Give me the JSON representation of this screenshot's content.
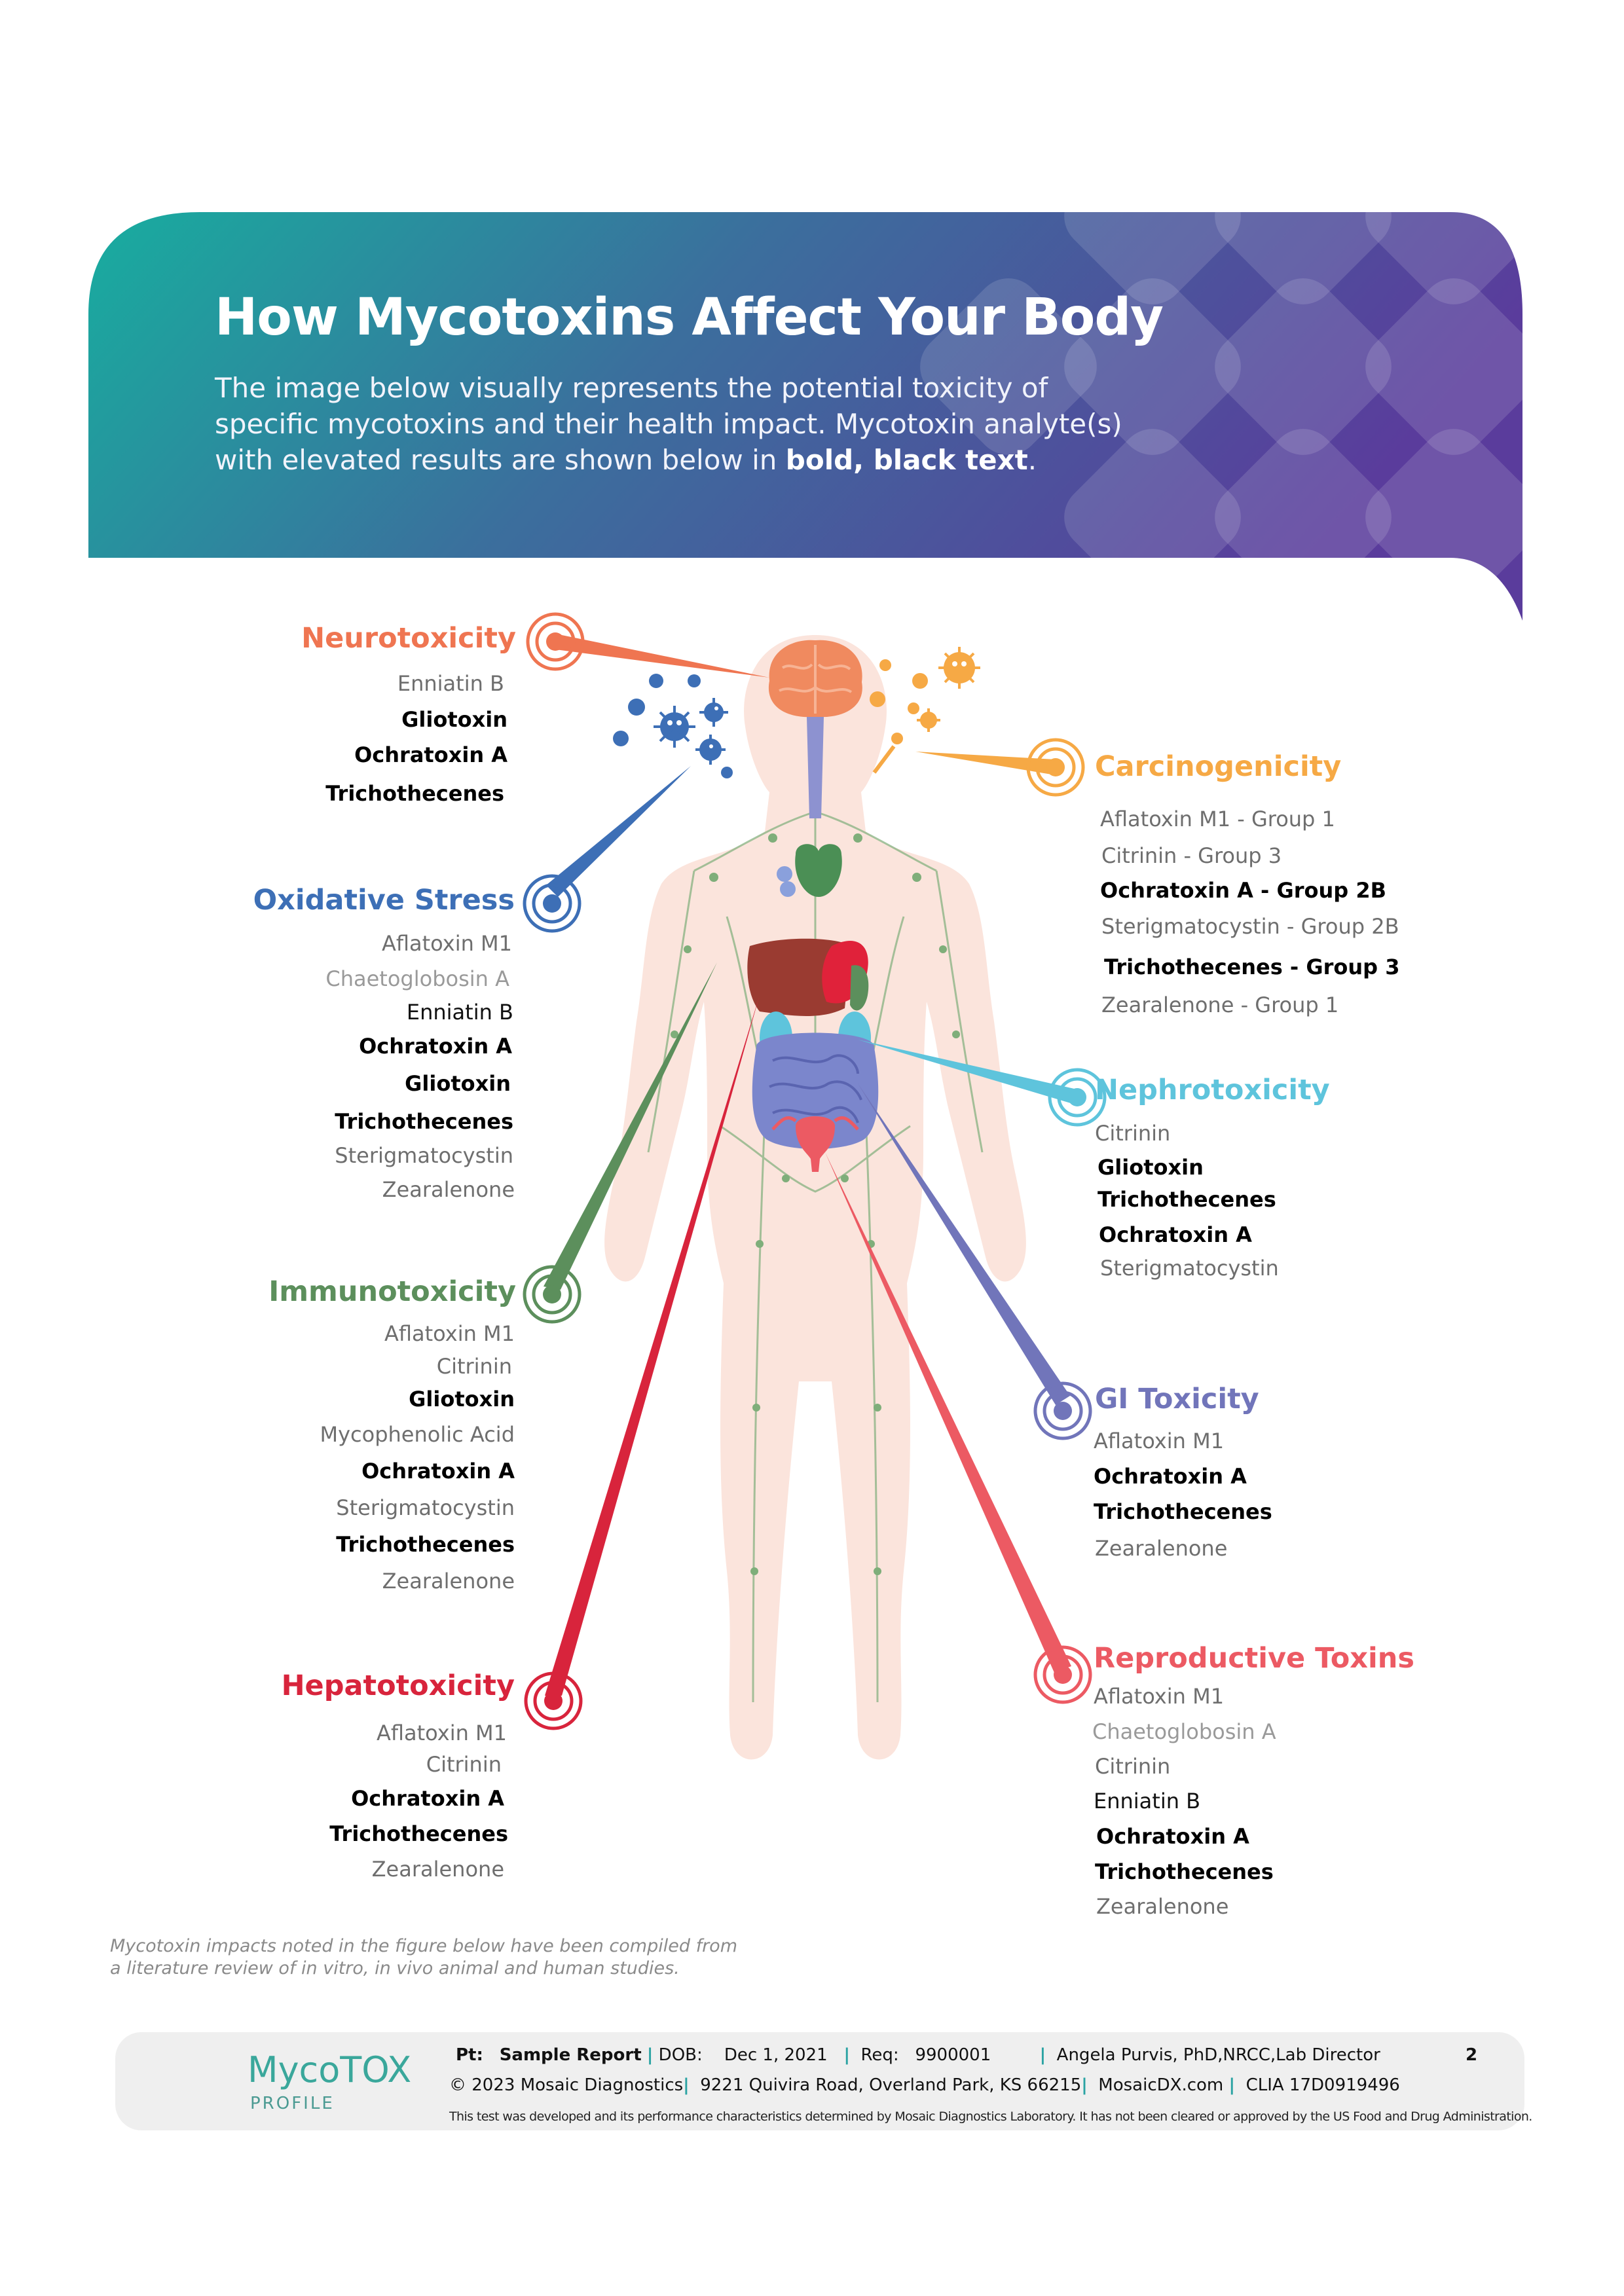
{
  "header": {
    "title": "How Mycotoxins Affect Your Body",
    "subtitle_lead": "The image below visually represents the potential toxicity of specific mycotoxins and their health impact. Mycotoxin analyte(s) with elevated results are shown below in",
    "subtitle_bold": "bold, black text",
    "subtitle_end": "."
  },
  "categories": {
    "neurotoxicity": {
      "name": "Neurotoxicity",
      "color": "#ef7551",
      "items": [
        "Enniatin B",
        "Gliotoxin",
        "Ochratoxin A",
        "Trichothecenes"
      ]
    },
    "oxidative_stress": {
      "name": "Oxidative Stress",
      "color": "#3d6fb6",
      "items": [
        "Aflatoxin M1",
        "Chaetoglobosin A",
        "Enniatin B",
        "Ochratoxin A",
        "Gliotoxin",
        "Trichothecenes",
        "Sterigmatocystin",
        "Zearalenone"
      ]
    },
    "immunotoxicity": {
      "name": "Immunotoxicity",
      "color": "#5c8f5c",
      "items": [
        "Aflatoxin M1",
        "Citrinin",
        "Gliotoxin",
        "Mycophenolic Acid",
        "Ochratoxin A",
        "Sterigmatocystin",
        "Trichothecenes",
        "Zearalenone"
      ]
    },
    "hepatotoxicity": {
      "name": "Hepatotoxicity",
      "color": "#d8243c",
      "items": [
        "Aflatoxin M1",
        "Citrinin",
        "Ochratoxin A",
        "Trichothecenes",
        "Zearalenone"
      ]
    },
    "carcinogenicity": {
      "name": "Carcinogenicity",
      "color": "#f6a945",
      "items": [
        "Aflatoxin M1 - Group 1",
        "Citrinin - Group 3",
        "Ochratoxin A - Group 2B",
        "Sterigmatocystin - Group 2B",
        "Trichothecenes - Group 3",
        "Zearalenone - Group 1"
      ]
    },
    "nephrotoxicity": {
      "name": "Nephrotoxicity",
      "color": "#5ec4dc",
      "items": [
        "Citrinin",
        "Gliotoxin",
        "Trichothecenes",
        "Ochratoxin A",
        "Sterigmatocystin"
      ]
    },
    "gi_toxicity": {
      "name": "GI Toxicity",
      "color": "#7175ba",
      "items": [
        "Aflatoxin M1",
        "Ochratoxin A",
        "Trichothecenes",
        "Zearalenone"
      ]
    },
    "reproductive": {
      "name": "Reproductive Toxins",
      "color": "#ec5a63",
      "items": [
        "Aflatoxin M1",
        "Chaetoglobosin A",
        "Citrinin",
        "Enniatin B",
        "Ochratoxin A",
        "Trichothecenes",
        "Zearalenone"
      ]
    }
  },
  "footnote": {
    "line1": "Mycotoxin impacts noted in the figure below have been compiled from",
    "line2": "a literature review of in vitro, in vivo animal and human studies."
  },
  "footer": {
    "brand": "MycoTOX",
    "brand_sub": "PROFILE",
    "pt_label": "Pt:",
    "pt_value": "Sample Report",
    "dob_label": "DOB:",
    "dob_value": "Dec 1, 2021",
    "req_label": "Req:",
    "req_value": "9900001",
    "director": "Angela Purvis, PhD,NRCC,Lab Director",
    "copyright": "© 2023 Mosaic Diagnostics",
    "address": "9221 Quivira Road, Overland Park, KS 66215",
    "website": "MosaicDX.com",
    "clia": "CLIA 17D0919496",
    "disclaimer": "This test was developed and its performance characteristics determined by Mosaic Diagnostics Laboratory. It has not been cleared or approved by the US Food and Drug Administration.",
    "page_number": "2",
    "separator": "|"
  },
  "colors": {
    "header_start": "#18ad9f",
    "header_end": "#5a3c9c",
    "body_skin": "#fbe4dc",
    "footer_bg": "#efefef",
    "brand": "#3aa79b"
  }
}
